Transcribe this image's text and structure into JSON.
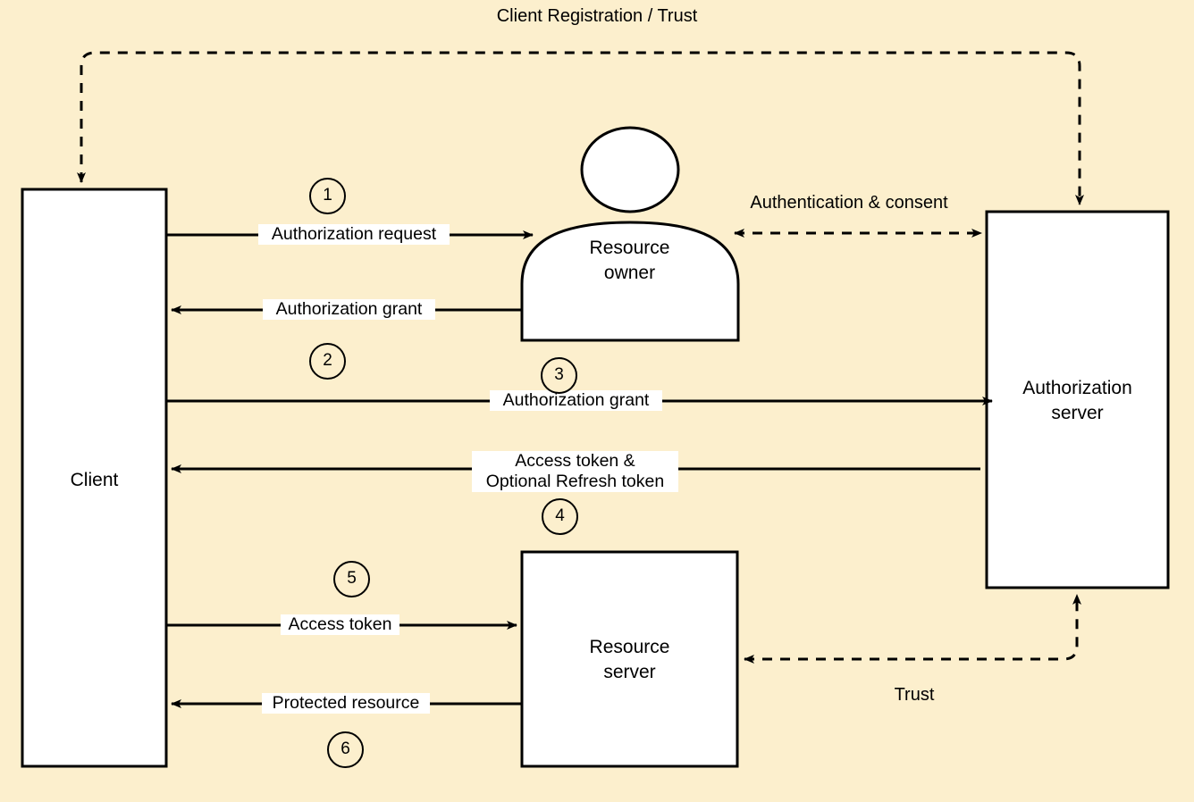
{
  "diagram": {
    "title": "Client Registration / Trust",
    "background_color": "#fcefcd",
    "stroke_color": "#000000",
    "node_fill": "#ffffff",
    "label_fill": "#ffffff"
  },
  "nodes": {
    "client": {
      "label": "Client",
      "shape": "rectangle"
    },
    "resource_owner": {
      "label": "Resource\nowner",
      "shape": "actor"
    },
    "authorization_server": {
      "label": "Authorization\nserver",
      "shape": "rectangle"
    },
    "resource_server": {
      "label": "Resource\nserver",
      "shape": "rectangle"
    }
  },
  "edges": [
    {
      "id": "e1",
      "label": "Authorization request",
      "step": "1",
      "from": "client",
      "to": "resource_owner",
      "style": "solid",
      "direction": "forward"
    },
    {
      "id": "e2",
      "label": "Authorization grant",
      "step": "2",
      "from": "resource_owner",
      "to": "client",
      "style": "solid",
      "direction": "backward"
    },
    {
      "id": "e3",
      "label": "Authorization grant",
      "step": "3",
      "from": "client",
      "to": "authorization_server",
      "style": "solid",
      "direction": "forward"
    },
    {
      "id": "e4",
      "label": "Access token &\nOptional Refresh token",
      "step": "4",
      "from": "authorization_server",
      "to": "client",
      "style": "solid",
      "direction": "backward"
    },
    {
      "id": "e5",
      "label": "Access token",
      "step": "5",
      "from": "client",
      "to": "resource_server",
      "style": "solid",
      "direction": "forward"
    },
    {
      "id": "e6",
      "label": "Protected resource",
      "step": "6",
      "from": "resource_server",
      "to": "client",
      "style": "solid",
      "direction": "backward"
    },
    {
      "id": "e-auth-consent",
      "label": "Authentication & consent",
      "step": "",
      "from": "resource_owner",
      "to": "authorization_server",
      "style": "dashed",
      "direction": "both"
    },
    {
      "id": "e-trust",
      "label": "Trust",
      "step": "",
      "from": "authorization_server",
      "to": "resource_server",
      "style": "dashed",
      "direction": "both"
    },
    {
      "id": "e-registration",
      "label": "Client Registration / Trust",
      "step": "",
      "from": "authorization_server",
      "to": "client",
      "style": "dashed",
      "direction": "both"
    }
  ],
  "steps": [
    "1",
    "2",
    "3",
    "4",
    "5",
    "6"
  ]
}
